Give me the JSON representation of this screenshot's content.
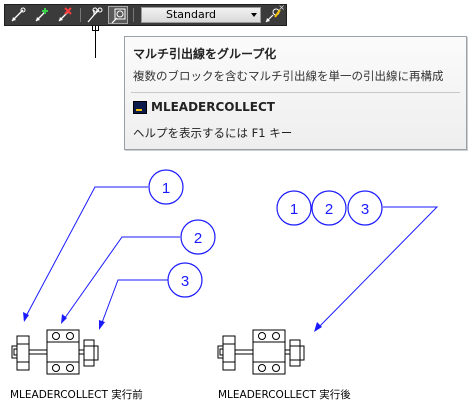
{
  "toolbar": {
    "style_value": "Standard",
    "close_glyph": "×",
    "buttons": [
      "multileader-icon",
      "add-leader-icon",
      "remove-leader-icon",
      "align-multileader-icon",
      "collect-multileader-icon",
      "multileader-style-icon"
    ]
  },
  "tooltip": {
    "title": "マルチ引出線をグループ化",
    "description": "複数のブロックを含むマルチ引出線を単一の引出線に再構成",
    "command": "MLEADERCOLLECT",
    "help": "ヘルプを表示するには F1 キー"
  },
  "diagram": {
    "before": {
      "balloons": [
        "1",
        "2",
        "3"
      ],
      "caption": "MLEADERCOLLECT 実行前"
    },
    "after": {
      "balloons": [
        "1",
        "2",
        "3"
      ],
      "caption": "MLEADERCOLLECT 実行後"
    }
  },
  "colors": {
    "leader": "#1a1aff",
    "toolbar": "#3b3b3b"
  }
}
